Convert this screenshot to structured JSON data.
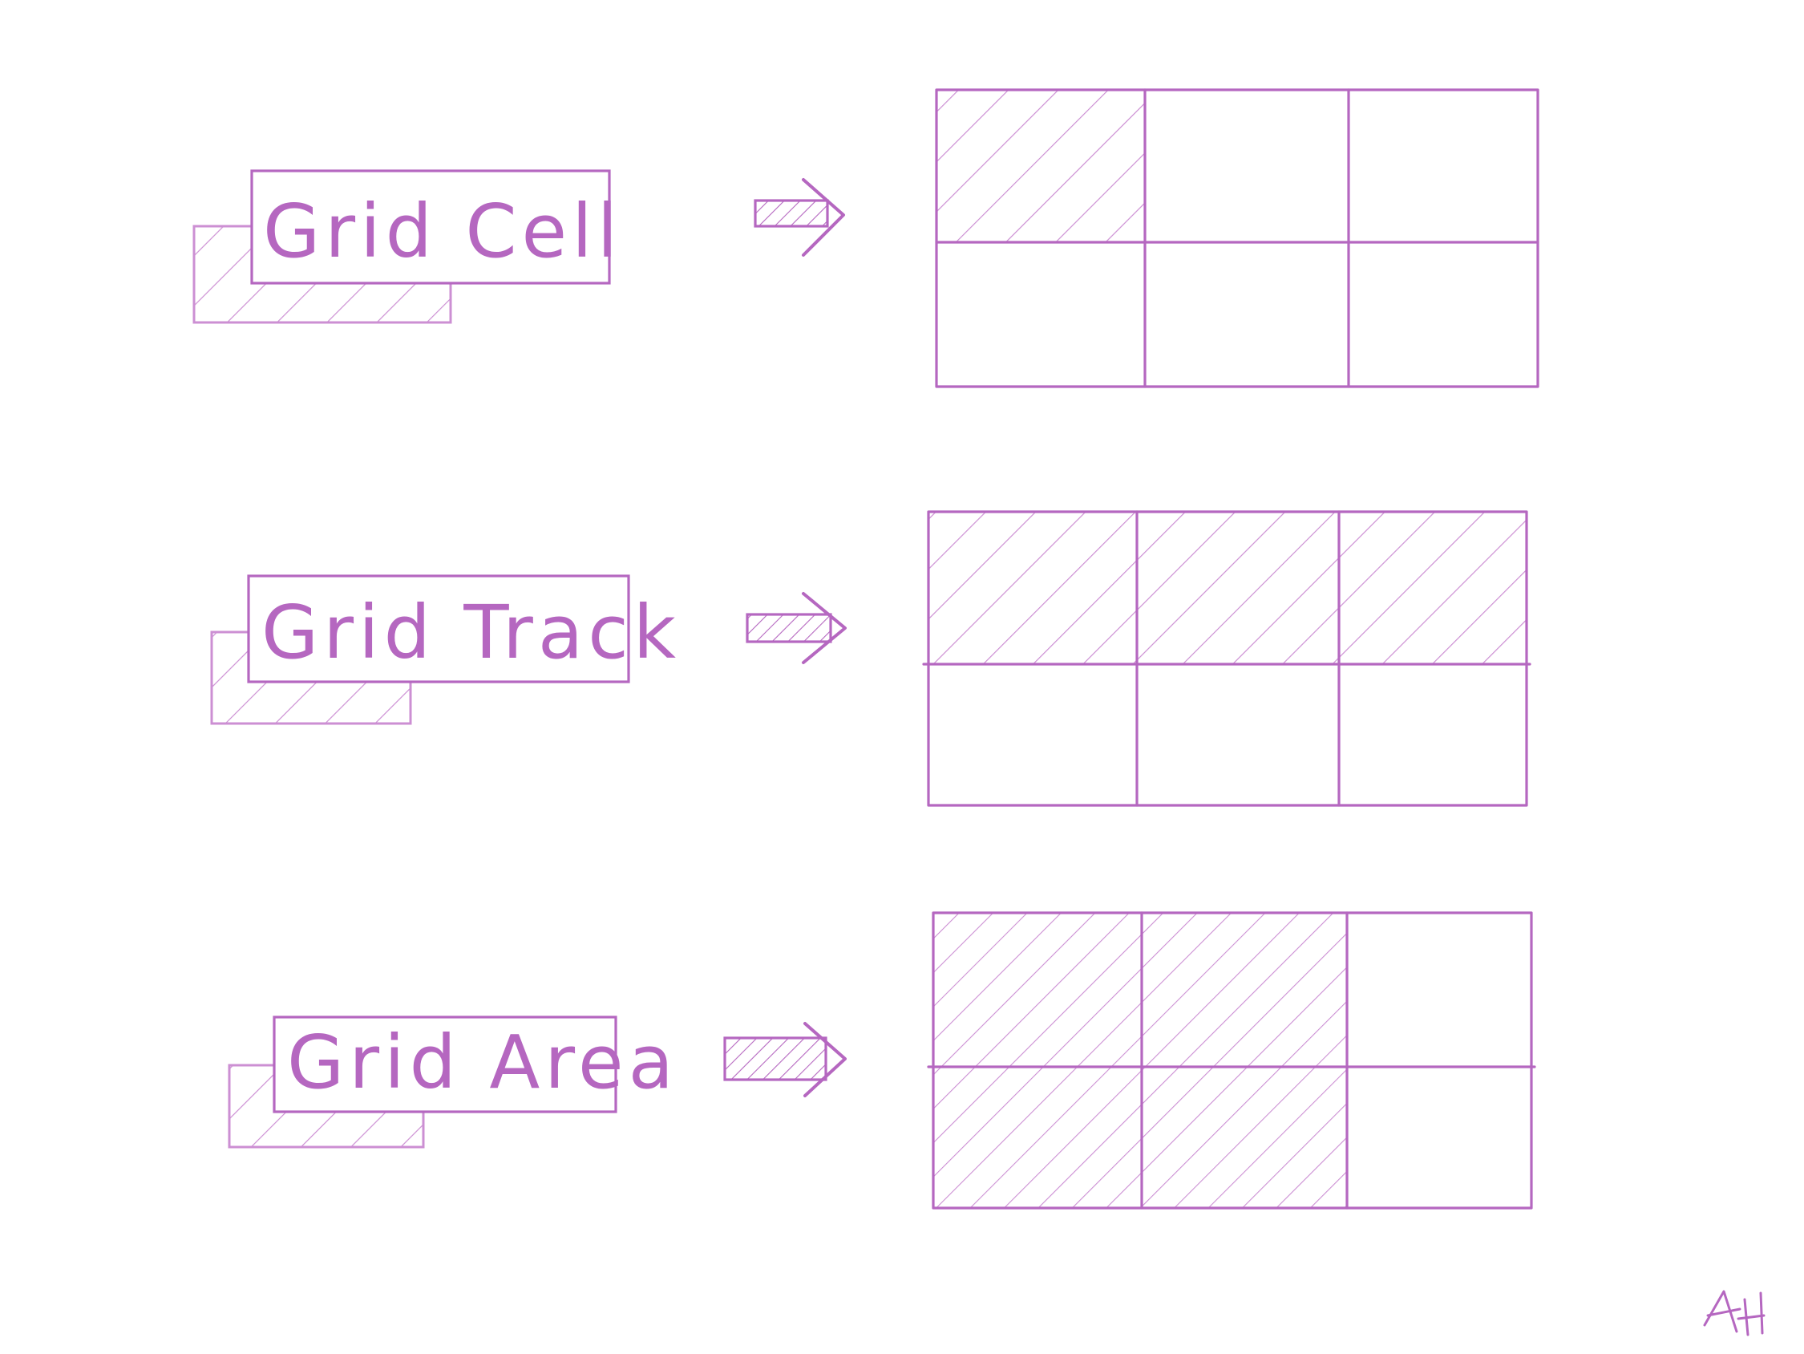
{
  "diagram": {
    "colors": {
      "ink": "#b567c0",
      "ink_light": "#cc8fd3",
      "background": "#ffffff"
    },
    "rows": [
      {
        "label": "Grid Cell",
        "highlight": [
          [
            0,
            0
          ]
        ]
      },
      {
        "label": "Grid Track",
        "highlight": [
          [
            0,
            0
          ],
          [
            0,
            1
          ],
          [
            0,
            2
          ]
        ]
      },
      {
        "label": "Grid Area",
        "highlight": [
          [
            0,
            0
          ],
          [
            0,
            1
          ],
          [
            1,
            0
          ],
          [
            1,
            1
          ]
        ]
      }
    ],
    "grid": {
      "rows": 2,
      "columns": 3
    },
    "signature": "AH"
  }
}
